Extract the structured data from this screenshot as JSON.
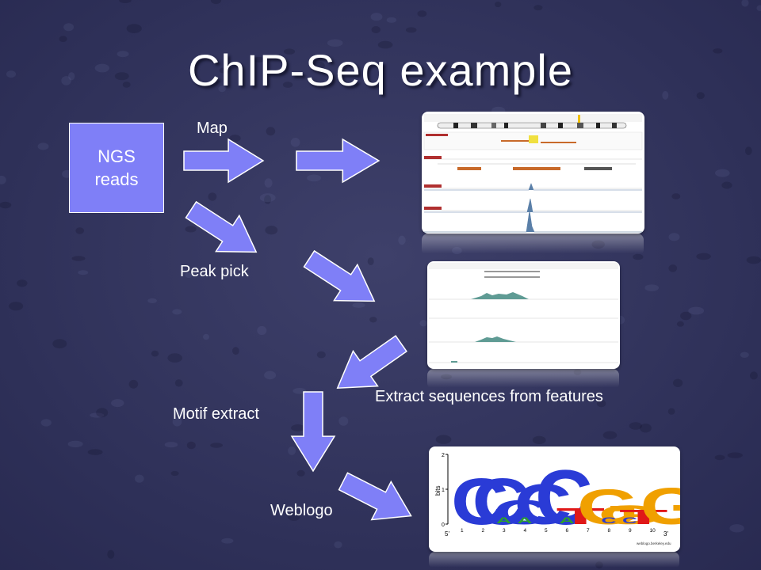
{
  "slide": {
    "title": "ChIP-Seq example",
    "background_color": "#2e3058",
    "accent_color": "#7f7ff7"
  },
  "source_box": {
    "line1": "NGS",
    "line2": "reads"
  },
  "labels": {
    "map": "Map",
    "peak_pick": "Peak pick",
    "extract": "Extract sequences from features",
    "motif_extract": "Motif extract",
    "weblogo": "Weblogo"
  },
  "weblogo": {
    "y_axis_label": "bits",
    "y_ticks": [
      "0",
      "1",
      "2"
    ],
    "positions": [
      "1",
      "2",
      "3",
      "4",
      "5",
      "6",
      "7",
      "8",
      "9",
      "10"
    ],
    "end_5": "5'",
    "end_3": "3'",
    "credit": "weblogo.berkeley.edu",
    "letters": [
      "C",
      "C",
      "C",
      "C",
      "C",
      "T",
      "G",
      "G",
      "T",
      "G"
    ],
    "small_letters": [
      "A",
      "A",
      "A",
      "C",
      "C"
    ]
  }
}
